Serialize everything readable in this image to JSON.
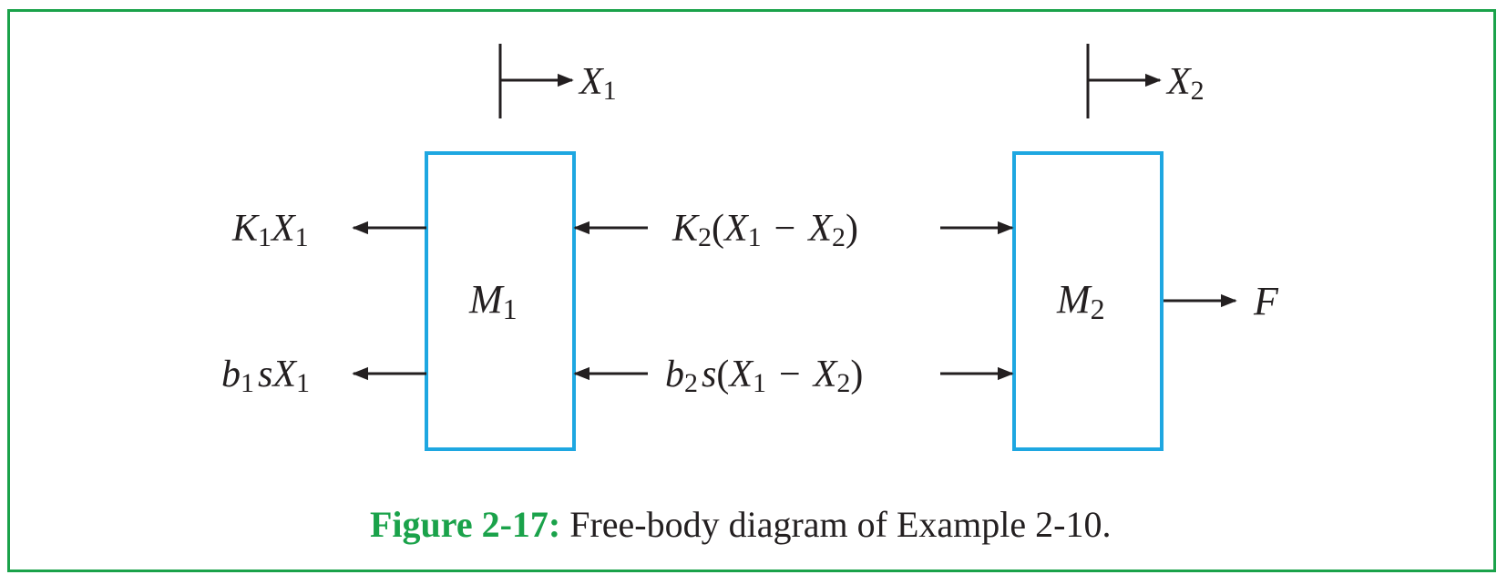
{
  "diagram": {
    "mass1_label": {
      "base": "M",
      "sub": "1"
    },
    "mass2_label": {
      "base": "M",
      "sub": "2"
    },
    "disp1_label": {
      "base": "X",
      "sub": "1"
    },
    "disp2_label": {
      "base": "X",
      "sub": "2"
    },
    "force_left_spring": {
      "a": "K",
      "a_sub": "1",
      "b": "X",
      "b_sub": "1"
    },
    "force_left_damper": {
      "a": "b",
      "a_sub": "1",
      "mid": "s",
      "b": "X",
      "b_sub": "1"
    },
    "force_coupling_spring": {
      "a": "K",
      "a_sub": "2",
      "open": "(",
      "x1": "X",
      "x1_sub": "1",
      "minus": "−",
      "x2": "X",
      "x2_sub": "2",
      "close": ")"
    },
    "force_coupling_damper": {
      "a": "b",
      "a_sub": "2",
      "mid": "s",
      "open": "(",
      "x1": "X",
      "x1_sub": "1",
      "minus": "−",
      "x2": "X",
      "x2_sub": "2",
      "close": ")"
    },
    "applied_force": "F"
  },
  "caption": {
    "label": "Figure 2-17:",
    "text": "Free-body diagram of Example 2-10."
  },
  "colors": {
    "border": "#1aa24a",
    "mass_box": "#1ea7e1",
    "ink": "#231f20",
    "caption_label": "#1aa24a"
  }
}
